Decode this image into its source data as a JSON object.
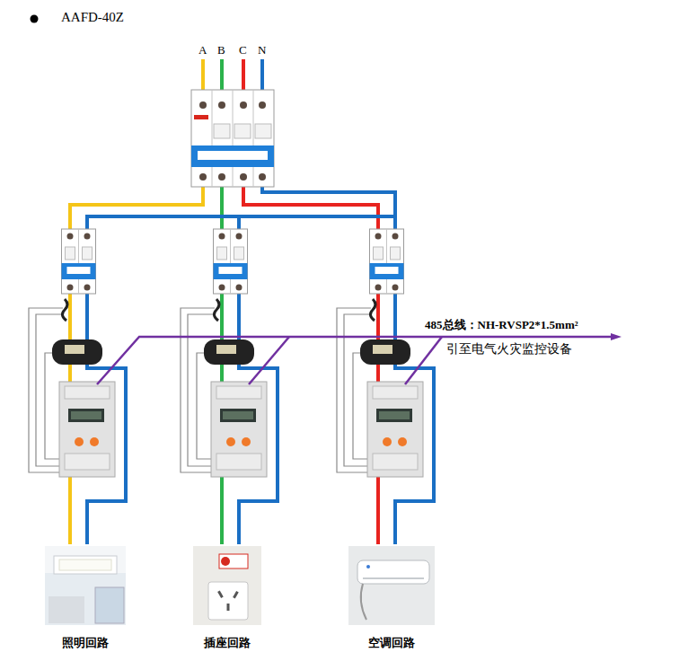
{
  "diagram": {
    "title": "AAFD-40Z",
    "nodes": [
      {
        "text": [
          "照明回路"
        ]
      },
      {
        "text": [
          "插座回路"
        ]
      },
      {
        "text": [
          "空调回路"
        ]
      }
    ],
    "labels": [
      "A",
      "B",
      "C",
      "N",
      "485总线：NH-RVSP2*1.5mm²",
      "引至电气火灾监控设备"
    ]
  }
}
